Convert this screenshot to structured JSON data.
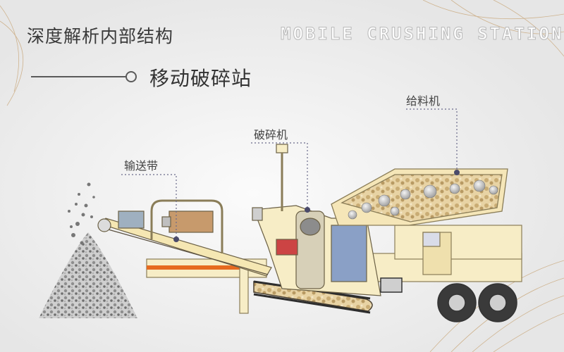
{
  "header": {
    "title": "深度解析内部结构",
    "english_title": "MOBILE CRUSHING STATION",
    "subtitle": "移动破碎站"
  },
  "labels": {
    "feeder": "给料机",
    "crusher": "破碎机",
    "conveyor": "输送带"
  },
  "colors": {
    "background": "#eeeeee",
    "machine_body": "#f7edc6",
    "machine_outline": "#8a7d58",
    "stripe": "#e66a1f",
    "leader_line": "#6a6a8a",
    "decor_lines": "#c9a77a"
  }
}
